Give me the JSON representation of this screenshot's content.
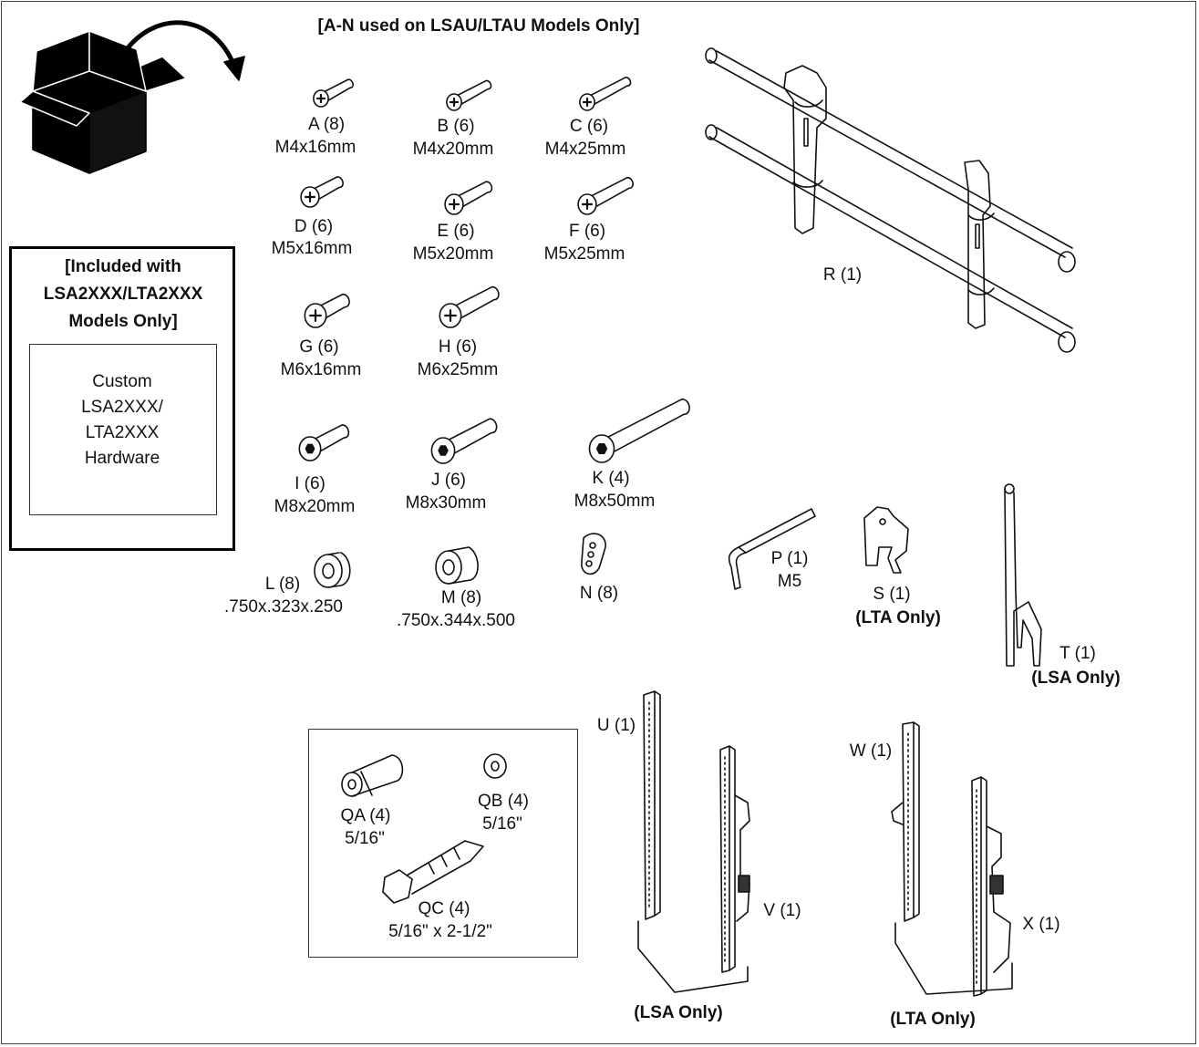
{
  "header": {
    "note": "[A-N used on LSAU/LTAU Models Only]"
  },
  "included_box": {
    "title_lines": [
      "[Included with",
      "LSA2XXX/LTA2XXX",
      "Models Only]"
    ],
    "inner_lines": [
      "Custom",
      "LSA2XXX/",
      "LTA2XXX",
      "Hardware"
    ]
  },
  "parts": [
    {
      "label": "A (8)",
      "spec": "M4x16mm"
    },
    {
      "label": "B (6)",
      "spec": "M4x20mm"
    },
    {
      "label": "C (6)",
      "spec": "M4x25mm"
    },
    {
      "label": "D (6)",
      "spec": "M5x16mm"
    },
    {
      "label": "E (6)",
      "spec": "M5x20mm"
    },
    {
      "label": "F (6)",
      "spec": "M5x25mm"
    },
    {
      "label": "G (6)",
      "spec": "M6x16mm"
    },
    {
      "label": "H (6)",
      "spec": "M6x25mm"
    },
    {
      "label": "I (6)",
      "spec": "M8x20mm"
    },
    {
      "label": "J (6)",
      "spec": "M8x30mm"
    },
    {
      "label": "K (4)",
      "spec": "M8x50mm"
    },
    {
      "label": "L (8)",
      "spec": ".750x.323x.250"
    },
    {
      "label": "M (8)",
      "spec": ".750x.344x.500"
    },
    {
      "label": "N (8)"
    },
    {
      "label": "P (1)",
      "spec": "M5"
    },
    {
      "label": "R (1)"
    },
    {
      "label": "S (1)",
      "note": "(LTA Only)"
    },
    {
      "label": "T (1)",
      "note": "(LSA Only)"
    },
    {
      "label": "U (1)"
    },
    {
      "label": "V (1)"
    },
    {
      "label": "W (1)"
    },
    {
      "label": "X (1)"
    }
  ],
  "anchor_box": {
    "parts": [
      {
        "label": "QA (4)",
        "spec": "5/16\""
      },
      {
        "label": "QB (4)",
        "spec": "5/16\""
      },
      {
        "label": "QC (4)",
        "spec": "5/16\" x 2-1/2\""
      }
    ]
  },
  "groups": {
    "lsa_only": "(LSA Only)",
    "lta_only": "(LTA Only)"
  }
}
